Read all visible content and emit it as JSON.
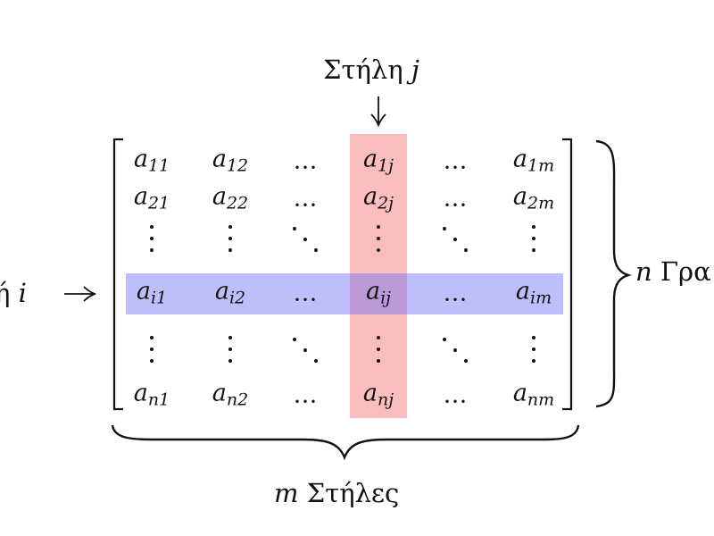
{
  "labels": {
    "column": "Στήλη",
    "column_var": "j",
    "row": "ή",
    "row_var": "i",
    "rows_count_var": "n",
    "rows": "Γρα",
    "cols_count_var": "m",
    "cols": "Στήλες"
  },
  "matrix": {
    "rows": [
      [
        {
          "b": "a",
          "s": "11"
        },
        {
          "b": "a",
          "s": "12"
        },
        {
          "t": "hdots"
        },
        {
          "b": "a",
          "s": "1j"
        },
        {
          "t": "hdots"
        },
        {
          "b": "a",
          "s": "1m"
        }
      ],
      [
        {
          "b": "a",
          "s": "21"
        },
        {
          "b": "a",
          "s": "22"
        },
        {
          "t": "hdots"
        },
        {
          "b": "a",
          "s": "2j"
        },
        {
          "t": "hdots"
        },
        {
          "b": "a",
          "s": "2m"
        }
      ],
      [
        {
          "t": "vdots"
        },
        {
          "t": "vdots"
        },
        {
          "t": "ddots"
        },
        {
          "t": "vdots"
        },
        {
          "t": "ddots"
        },
        {
          "t": "vdots"
        }
      ],
      [
        {
          "b": "a",
          "s": "i1"
        },
        {
          "b": "a",
          "s": "i2"
        },
        {
          "t": "hdots"
        },
        {
          "b": "a",
          "s": "ij"
        },
        {
          "t": "hdots"
        },
        {
          "b": "a",
          "s": "im"
        }
      ],
      [
        {
          "t": "vdots"
        },
        {
          "t": "vdots"
        },
        {
          "t": "ddots"
        },
        {
          "t": "vdots"
        },
        {
          "t": "ddots"
        },
        {
          "t": "vdots"
        }
      ],
      [
        {
          "b": "a",
          "s": "n1"
        },
        {
          "b": "a",
          "s": "n2"
        },
        {
          "t": "hdots"
        },
        {
          "b": "a",
          "s": "nj"
        },
        {
          "t": "hdots"
        },
        {
          "b": "a",
          "s": "nm"
        }
      ]
    ],
    "highlight_row": 3,
    "highlight_col": 3
  },
  "colors": {
    "column_highlight": "#f56e6e",
    "row_highlight": "#6e6ef5"
  }
}
